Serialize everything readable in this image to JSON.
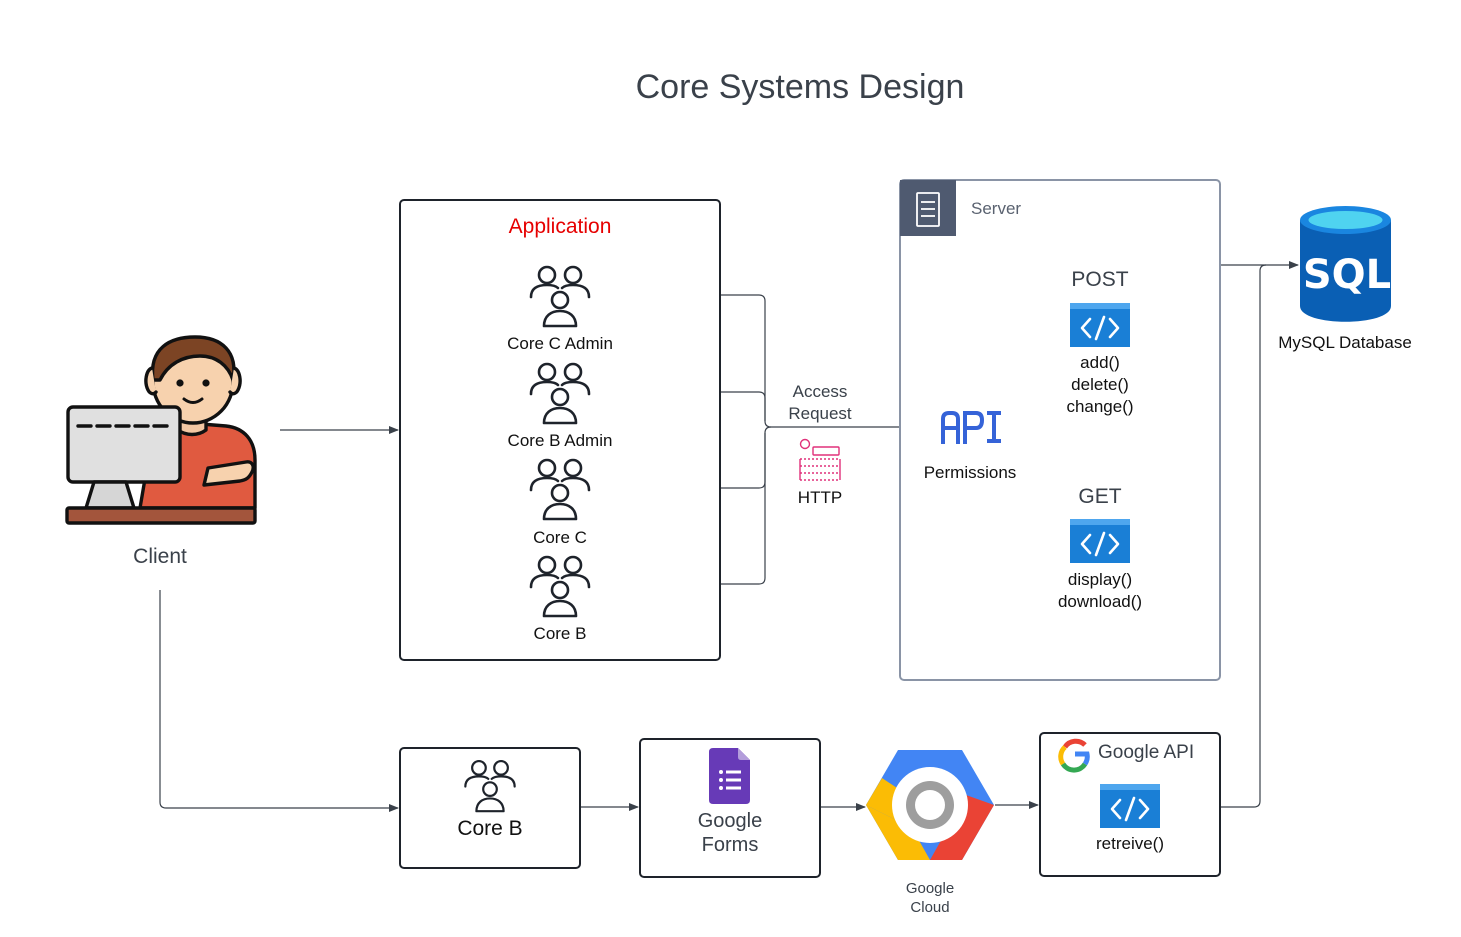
{
  "title": "Core Systems Design",
  "client": {
    "label": "Client"
  },
  "application": {
    "title": "Application",
    "users": [
      {
        "label": "Core C Admin"
      },
      {
        "label": "Core B Admin"
      },
      {
        "label": "Core C"
      },
      {
        "label": "Core B"
      }
    ]
  },
  "access_request": {
    "line1": "Access",
    "line2": "Request",
    "protocol": "HTTP"
  },
  "server": {
    "label": "Server",
    "api": {
      "label": "Permissions"
    },
    "post": {
      "method": "POST",
      "functions": [
        "add()",
        "delete()",
        "change()"
      ]
    },
    "get": {
      "method": "GET",
      "functions": [
        "display()",
        "download()"
      ]
    }
  },
  "database": {
    "label": "MySQL Database",
    "logo_text": "SQL"
  },
  "bottom": {
    "core_b": {
      "label": "Core B"
    },
    "google_forms": {
      "line1": "Google",
      "line2": "Forms"
    },
    "google_cloud": {
      "line1": "Google",
      "line2": "Cloud"
    },
    "google_api": {
      "label": "Google API",
      "function": "retreive()"
    }
  },
  "colors": {
    "title": "#3a414a",
    "application_title": "#e60000",
    "server_border": "#8a94a6",
    "server_header": "#4f5a70",
    "api_blue": "#3563d8",
    "code_icon_blue": "#1a7fd6",
    "http_pink": "#e0307a",
    "sql_blue": "#0a5fb4",
    "forms_purple": "#673ab7"
  }
}
